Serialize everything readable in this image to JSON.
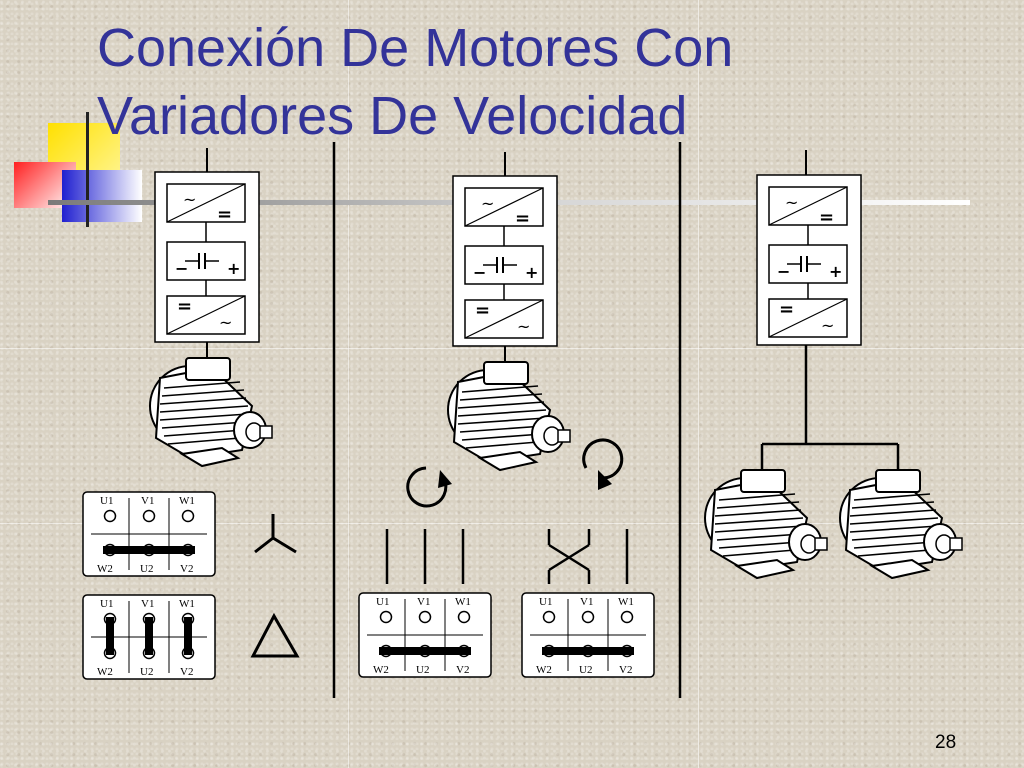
{
  "title": {
    "line1": "Conexión De Motores Con",
    "line2": "Variadores De Velocidad"
  },
  "page_number": "28",
  "terminal_labels": {
    "top": [
      "U1",
      "V1",
      "W1"
    ],
    "bottom": [
      "W2",
      "U2",
      "V2"
    ]
  },
  "converter_symbols": {
    "ac": "~",
    "dc": "=",
    "minus": "−",
    "plus": "+"
  },
  "connection_symbols": {
    "star": "star-icon",
    "delta": "delta-icon",
    "rotation_cw": "rotation-clockwise-icon",
    "rotation_ccw": "rotation-counterclockwise-icon"
  },
  "colors": {
    "title": "#333399",
    "background": "#d9d2c3"
  }
}
